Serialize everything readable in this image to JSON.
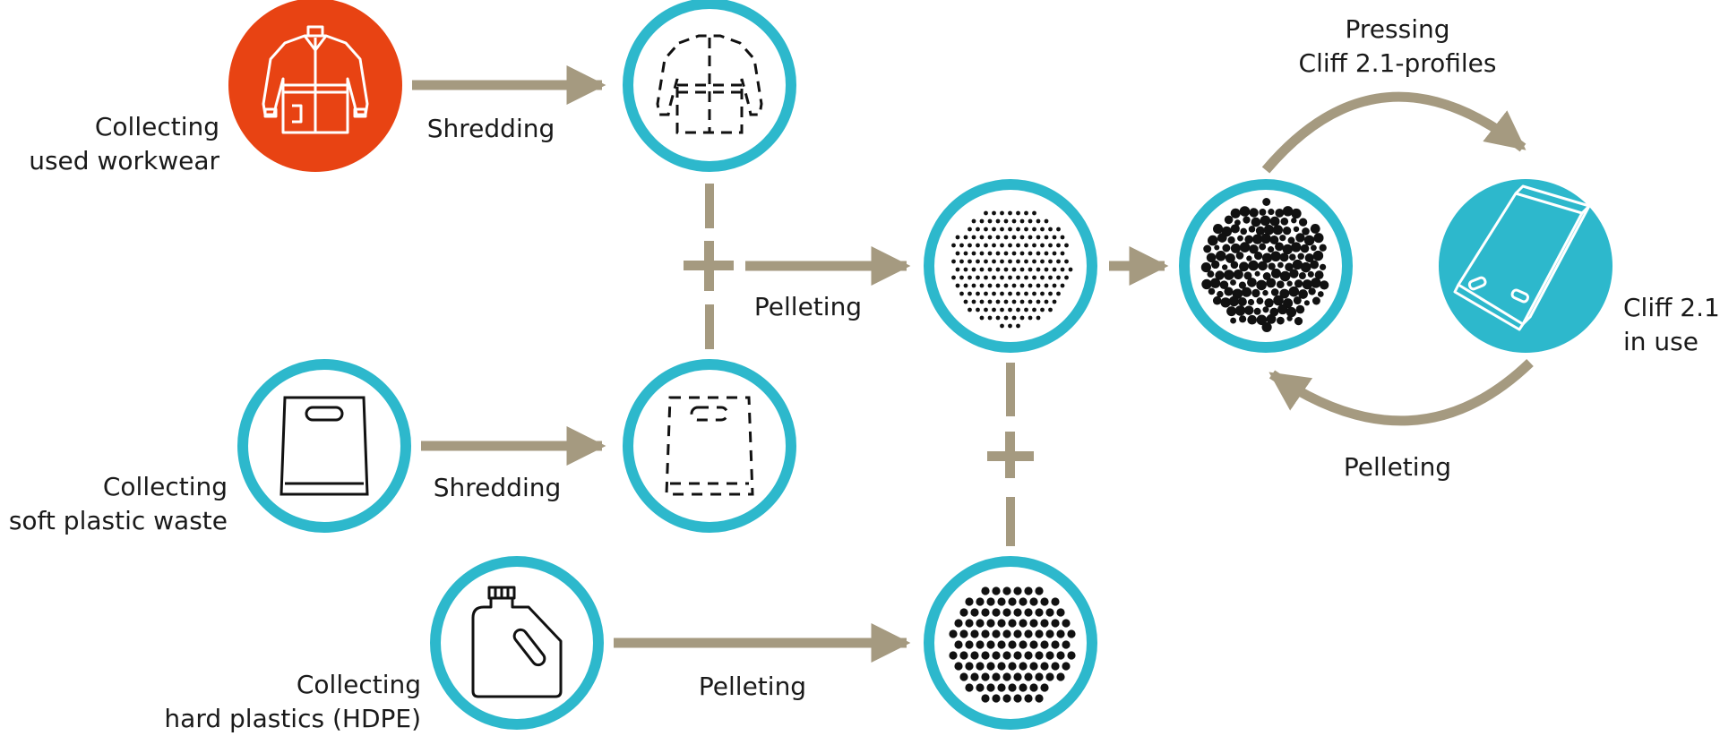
{
  "colors": {
    "ring": "#2db8cc",
    "workwear_fill": "#e84313",
    "product_fill": "#2db8cc",
    "arrow": "#a59a80",
    "icon": "#111111",
    "label": "#1a1a1a"
  },
  "steps": {
    "workwear_collect": [
      "Collecting",
      "used workwear"
    ],
    "workwear_shred": "Shredding",
    "soft_collect": [
      "Collecting",
      "soft plastic waste"
    ],
    "soft_shred": "Shredding",
    "hard_collect": [
      "Collecting",
      "hard plastics (HDPE)"
    ],
    "hard_pellet": "Pelleting",
    "mix_pellet": "Pelleting",
    "pressing": [
      "Pressing",
      "Cliff 2.1-profiles"
    ],
    "product": [
      "Cliff 2.1",
      "in use"
    ],
    "recycle_pellet": "Pelleting"
  },
  "icons": {
    "workwear": "jacket-icon",
    "shredded_workwear": "shredded-jacket-icon",
    "soft_plastic": "plastic-bag-icon",
    "shredded_soft_plastic": "shredded-bag-icon",
    "hard_plastic": "jerrycan-icon",
    "mixed_pellets": "mixed-pellets-icon",
    "hdpe_pellets": "hdpe-pellets-icon",
    "profile_pellets": "profile-pellets-icon",
    "profile": "cliff-profile-icon"
  }
}
